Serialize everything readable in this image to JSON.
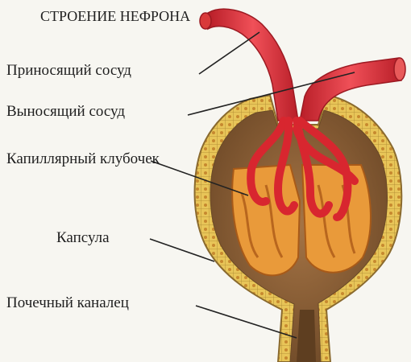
{
  "diagram": {
    "title": "СТРОЕНИЕ\nНЕФРОНА",
    "labels": {
      "afferent_vessel": "Приносящий сосуд",
      "efferent_vessel": "Выносящий сосуд",
      "glomerulus": "Капиллярный\nклубочек",
      "capsule": "Капсула",
      "tubule": "Почечный каналец"
    }
  },
  "colors": {
    "background": "#f7f6f1",
    "vessel_red": "#e2323b",
    "vessel_dark": "#b81e28",
    "capsule_yellow": "#e8c558",
    "capsule_outline": "#8a6a2e",
    "tissue_brown": "#8f6337",
    "glomerulus_orange": "#e99a3a",
    "leader_line": "#222222"
  }
}
